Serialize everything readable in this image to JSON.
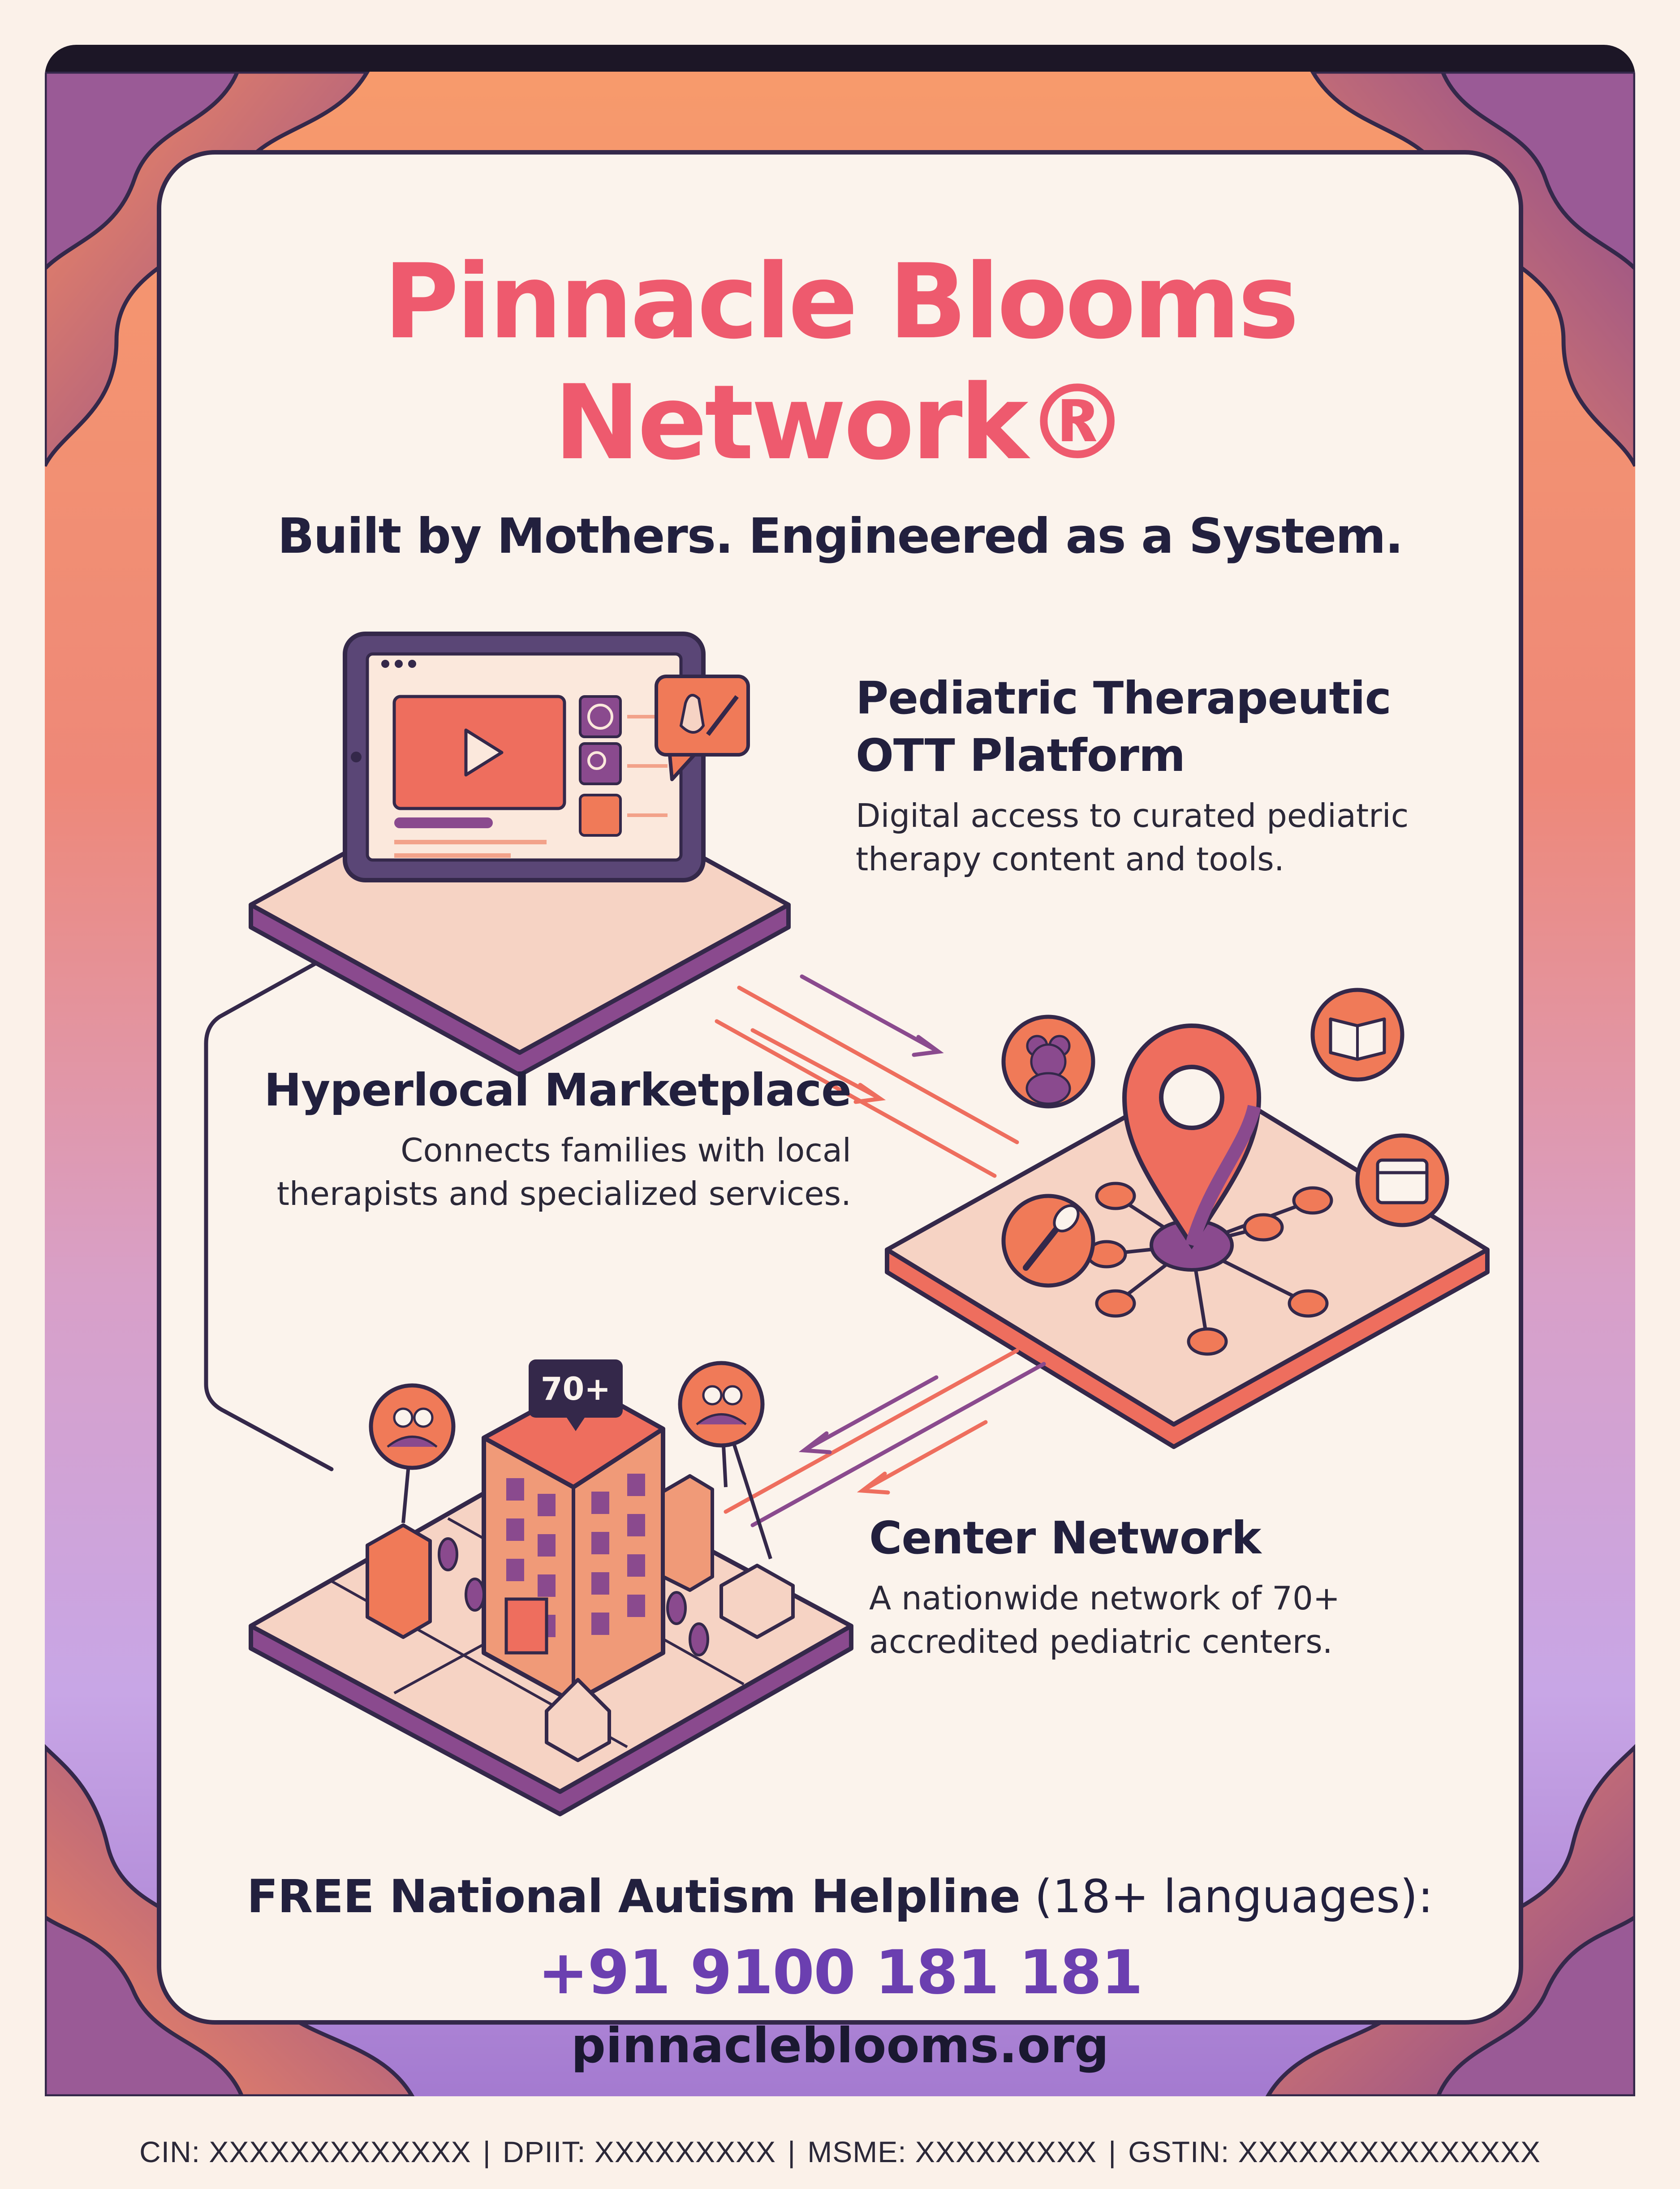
{
  "title_line1": "Pinnacle Blooms",
  "title_line2": "Network®",
  "tagline": "Built by Mothers. Engineered as a System.",
  "sections": [
    {
      "heading_line1": "Pediatric Therapeutic",
      "heading_line2": "OTT Platform",
      "desc_line1": "Digital access to curated pediatric",
      "desc_line2": "therapy content and tools."
    },
    {
      "heading_line1": "Hyperlocal Marketplace",
      "desc_line1": "Connects families with local",
      "desc_line2": "therapists and specialized services."
    },
    {
      "heading_line1": "Center Network",
      "desc_line1": "A nationwide network of 70+",
      "desc_line2": "accredited pediatric centers."
    }
  ],
  "badge": "70+",
  "helpline_bold": "FREE National Autism Helpline",
  "helpline_rest": " (18+ languages):",
  "phone": "+91 9100 181 181",
  "website": "pinnacleblooms.org",
  "footer": {
    "cin": "CIN: XXXXXXXXXXXXX",
    "dpiit": "DPIIT: XXXXXXXXX",
    "msme": "MSME: XXXXXXXXX",
    "gstin": "GSTIN: XXXXXXXXXXXXXXX"
  },
  "colors": {
    "title": "#ee5a6e",
    "heading": "#22203e",
    "phone": "#6b3fb0",
    "accent_orange": "#f07a58",
    "accent_purple": "#8a4a8e",
    "panel": "#fbf3ec"
  }
}
